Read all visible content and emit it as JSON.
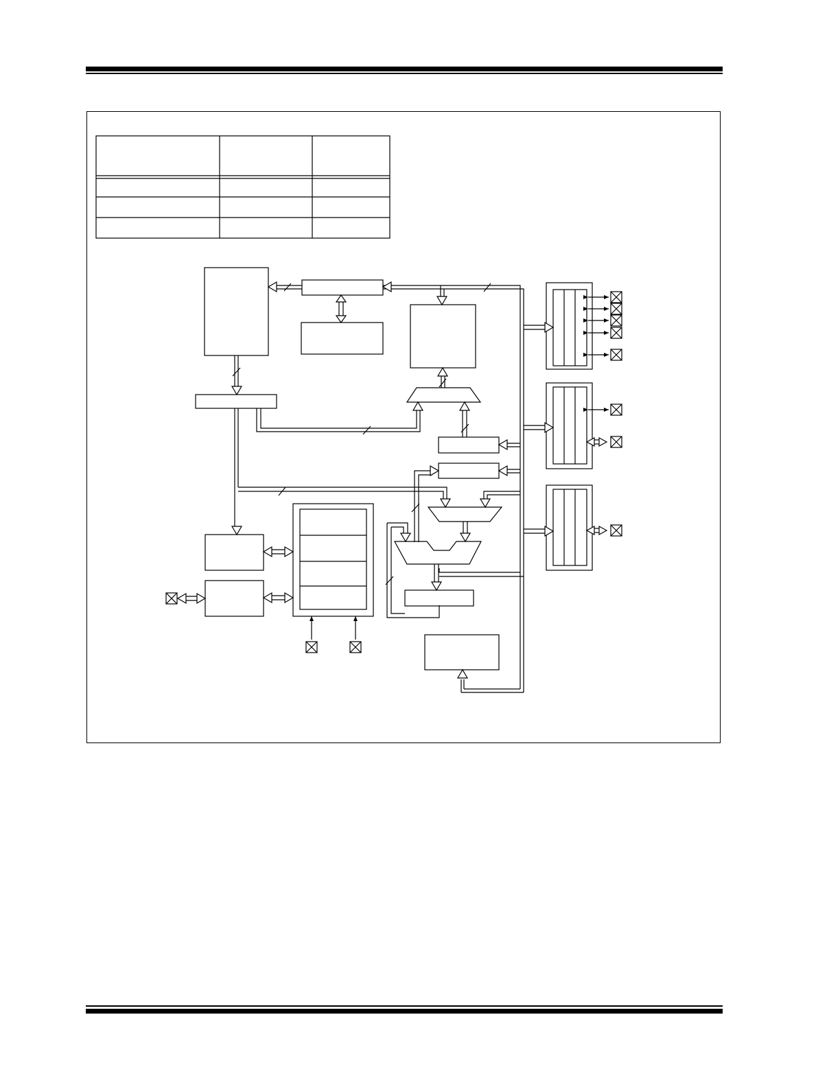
{
  "page": {
    "background": "#ffffff",
    "line_color": "#000000"
  },
  "table": {
    "columns": 3,
    "header_rows": 1,
    "body_rows": 3,
    "cells": []
  },
  "diagram": {
    "blocks": [],
    "labels": [],
    "io_pins": 12
  }
}
